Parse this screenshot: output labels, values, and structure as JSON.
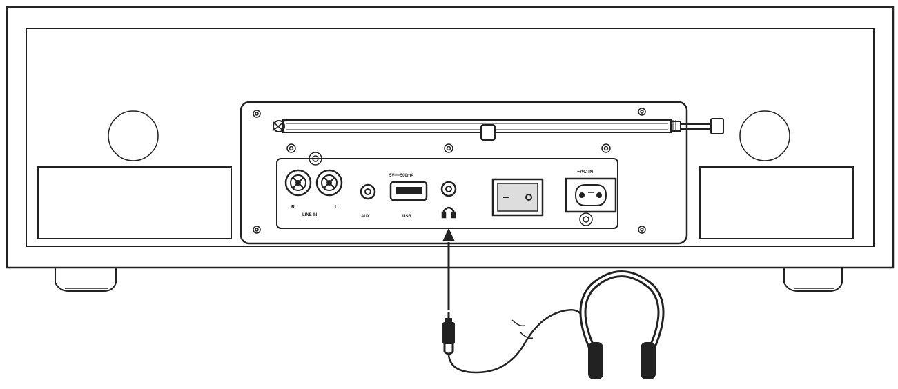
{
  "panel_labels": {
    "line_in_r": "R",
    "line_in_l": "L",
    "line_in": "LINE IN",
    "aux": "AUX",
    "usb_rating": "5V══500mA",
    "usb": "USB",
    "ac_in": "~AC IN"
  },
  "icons": {
    "headphone_symbol": "headphone-icon",
    "power_switch": "rocker-switch-icon",
    "ac_socket": "figure-8-socket-icon",
    "antenna": "telescopic-antenna-icon",
    "headphones": "headphones-icon",
    "plug": "3.5mm-jack-plug-icon"
  },
  "colors": {
    "line": "#222222",
    "background": "#ffffff",
    "switch_fill": "#dddddd"
  }
}
